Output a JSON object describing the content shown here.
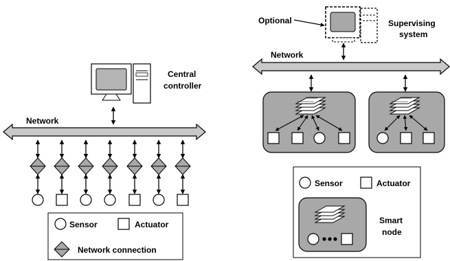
{
  "left": {
    "network_label": "Network",
    "controller_label_line1": "Central",
    "controller_label_line2": "controller",
    "legend": {
      "sensor_label": "Sensor",
      "actuator_label": "Actuator",
      "connection_label": "Network connection"
    }
  },
  "right": {
    "network_label": "Network",
    "optional_label": "Optional",
    "supervisor_label_line1": "Supervising",
    "supervisor_label_line2": "system",
    "legend": {
      "sensor_label": "Sensor",
      "actuator_label": "Actuator",
      "smart_node_line1": "Smart",
      "smart_node_line2": "node"
    }
  },
  "colors": {
    "bus_fill": "#c8c8c8",
    "node_fill": "#a8a8a8",
    "screen_fill": "#b4b4b4",
    "stroke": "#000000"
  }
}
